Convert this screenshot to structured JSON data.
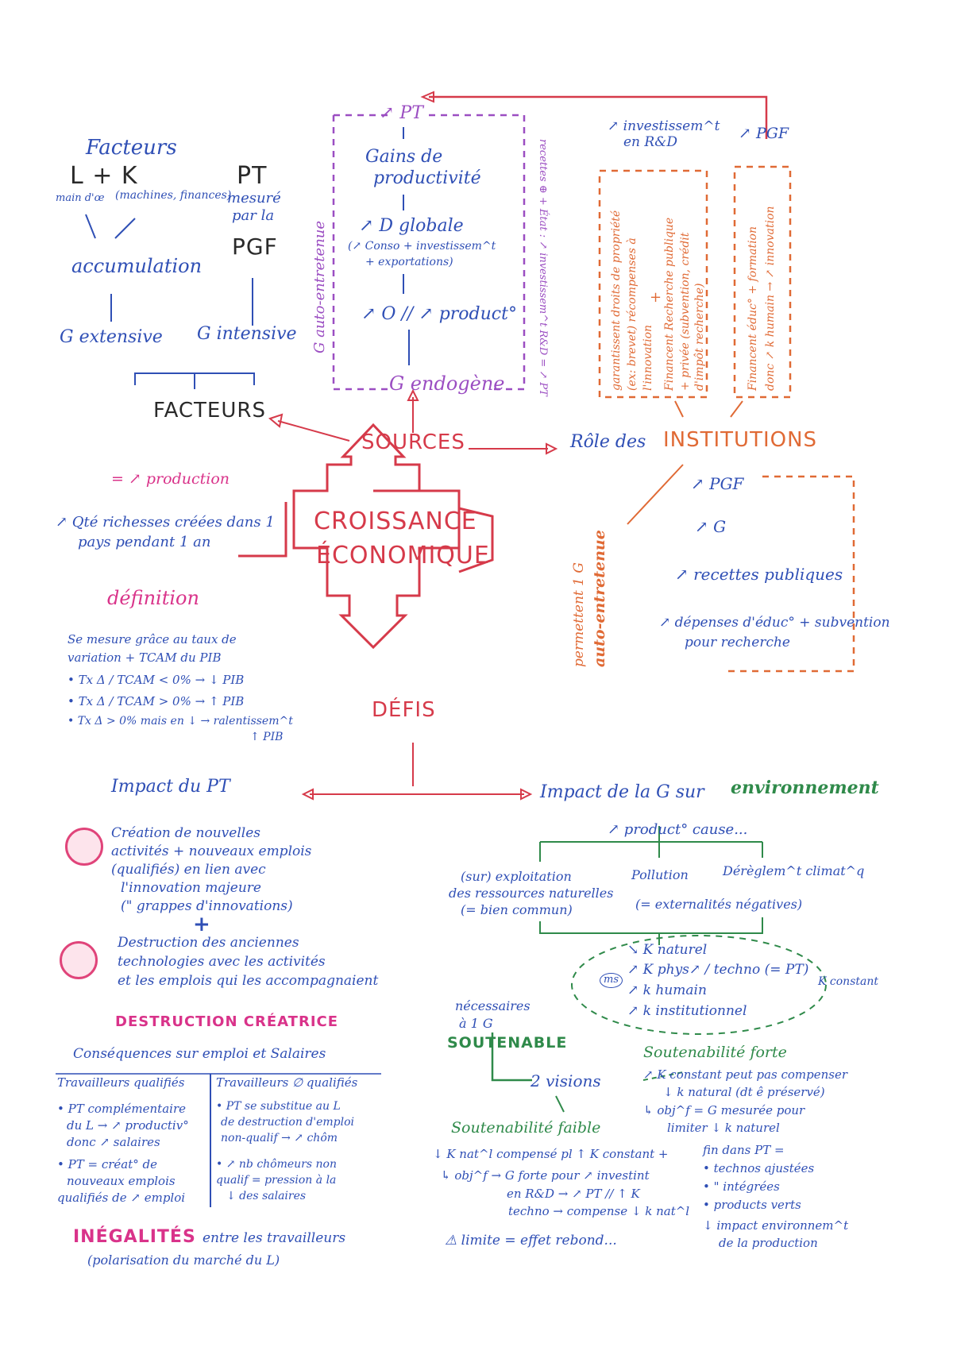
{
  "center": {
    "title_line1": "Croissance",
    "title_line2": "Économique"
  },
  "branches": {
    "sources": "SOURCES",
    "defis": "DÉFIS",
    "definition": "définition"
  },
  "facteurs": {
    "heading": "Facteurs",
    "formula": "L + K",
    "l_note": "main d'œ",
    "k_note": "(machines, finances)",
    "pt": "PT",
    "pt_note1": "mesuré",
    "pt_note2": "par la",
    "pgf": "PGF",
    "accumulation": "accumulation",
    "extensive": "G extensive",
    "intensive": "G intensive",
    "label": "FACTEURS"
  },
  "endogene": {
    "pt": "↗ PT",
    "gains1": "Gains de",
    "gains2": "productivité",
    "demand": "↗ D globale",
    "demand_note1": "(↗ Conso + investissem^t",
    "demand_note2": "+ exportations)",
    "offer": "↗ O // ↗ product°",
    "result": "G endogène",
    "auto": "G auto-entretenue",
    "right_note": "recettes ⊕ + État : ↗ investissem^t R&D = ↗ PT"
  },
  "institutions": {
    "invest1": "↗ investissem^t",
    "invest2": "en R&D",
    "pgf": "↗ PGF",
    "col1": [
      "garantissent droits de propriété",
      "(ex: brevet) récompenses à",
      "l'innovation"
    ],
    "plus": "+",
    "col2": [
      "Financent Recherche publique",
      "+ privée (subvention, crédit",
      "d'impôt recherche)"
    ],
    "col3": [
      "Financent éduc° + formation",
      "donc ↗ k humain → ↗ innovation"
    ],
    "label_prefix": "Rôle des",
    "label": "INSTITUTIONS",
    "cycle": [
      "↗ PGF",
      "↗ G",
      "↗ recettes publiques",
      "↗ dépenses d'éduc° + subvention",
      "pour recherche"
    ],
    "side1": "permettent 1 G",
    "side2": "auto-entretenue"
  },
  "definition": {
    "prod": "= ↗ production",
    "qty1": "↗ Qté richesses créées dans 1",
    "qty2": "pays pendant 1 an",
    "measure1": "Se mesure grâce au taux de",
    "measure2": "variation + TCAM du PIB",
    "b1": "• Tx Δ / TCAM < 0% → ↓ PIB",
    "b2": "• Tx Δ / TCAM > 0% → ↑ PIB",
    "b3": "• Tx Δ > 0% mais en ↓ → ralentissem^t",
    "b3b": "↑ PIB"
  },
  "pt_impact": {
    "title": "Impact du PT",
    "create": [
      "Création de nouvelles",
      "activités + nouveaux emplois",
      "(qualifiés) en lien avec",
      "l'innovation majeure",
      "(\" grappes d'innovations)"
    ],
    "plus": "+",
    "destroy": [
      "Destruction des anciennes",
      "technologies avec les activités",
      "et les emplois qui les accompagnaient"
    ],
    "dc": "DESTRUCTION CRÉATRICE",
    "conseq": "Conséquences sur emploi et Salaires",
    "qual": "Travailleurs qualifiés",
    "nonqual": "Travailleurs ∅ qualifiés",
    "q1": [
      "• PT complémentaire",
      "du L → ↗ productiv°",
      "donc ↗ salaires"
    ],
    "q2": [
      "• PT = créat° de",
      "nouveaux emplois",
      "qualifiés de ↗ emploi"
    ],
    "n1": [
      "• PT se substitue au L",
      "de destruction d'emploi",
      "non-qualif → ↗ chôm"
    ],
    "n2": [
      "• ↗ nb chômeurs non",
      "qualif = pression à la",
      "↓ des salaires"
    ],
    "ineq": "INÉGALITÉS",
    "ineq_suffix": "entre les travailleurs",
    "ineq_note": "(polarisation du marché du L)"
  },
  "env": {
    "title_prefix": "Impact de la G sur",
    "title": "environnement",
    "cause": "↗ product° cause...",
    "c1": [
      "(sur) exploitation",
      "des ressources naturelles",
      "(= bien commun)"
    ],
    "c2": "Pollution",
    "c3": "Dérèglem^t climat^q",
    "ext": "(= externalités négatives)",
    "k": [
      "↘ K naturel",
      "↗ K phys↗ / techno (= PT)",
      "↗ k humain",
      "↗ k institutionnel"
    ],
    "ms": "ms",
    "kc": "K constant",
    "need1": "nécessaires",
    "need2": "à 1 G",
    "sout": "SOUTENABLE",
    "visions": "2 visions",
    "forte_title": "Soutenabilité forte",
    "forte": [
      "↗ K constant peut pas compenser",
      "↓ k natural (dt ê préservé)",
      "↳ obj^f = G mesurée pour",
      "limiter ↓ k naturel"
    ],
    "faible_title": "Soutenabilité faible",
    "faible": [
      "↓ K nat^l compensé pl ↑ K constant +",
      "↳ obj^f → G forte pour ↗ investint",
      "en R&D → ↗ PT // ↑ K",
      "techno → compense ↓ k nat^l"
    ],
    "limit": "⚠ limite = effet rebond...",
    "fin": [
      "fin dans PT =",
      "• technos ajustées",
      "• \"  intégrées",
      "• products verts",
      "↓ impact environnem^t",
      "de la production"
    ]
  },
  "colors": {
    "blue": "#2f4fb5",
    "red": "#d63a4a",
    "orange": "#e06a35",
    "purple": "#9b4ec2",
    "green": "#2f8a4a",
    "pink": "#d9338a"
  }
}
